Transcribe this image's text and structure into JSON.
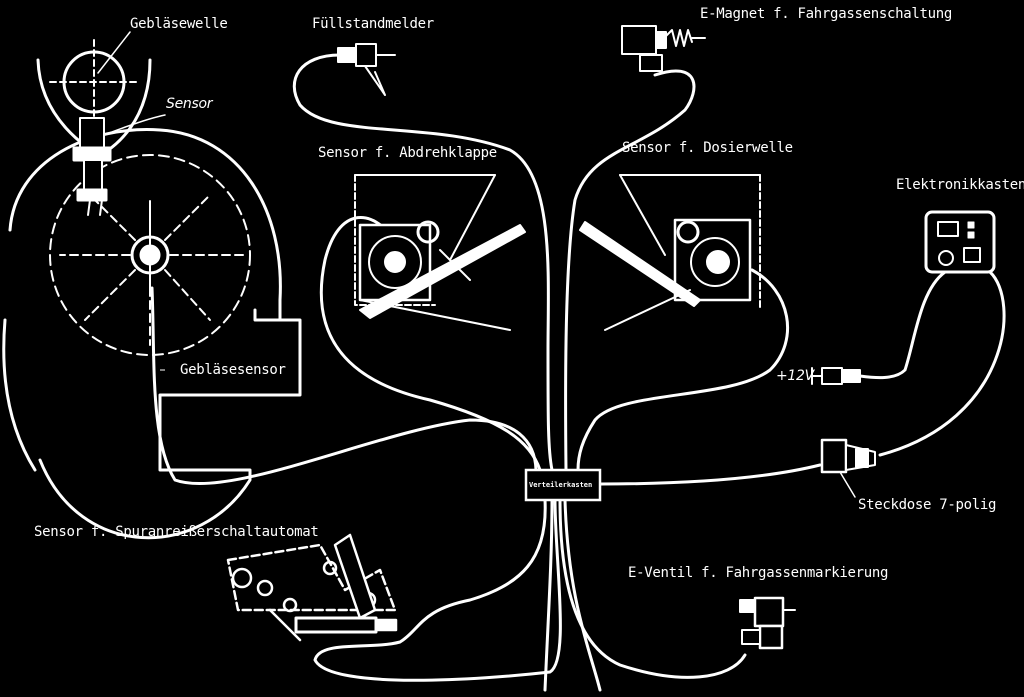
{
  "labels": {
    "geblaesewelle": "Gebläsewelle",
    "sensor": "Sensor",
    "fuellstandmelder": "Füllstandmelder",
    "emagnet": "E-Magnet f. Fahrgassenschaltung",
    "sensor_abdrehklappe": "Sensor f. Abdrehklappe",
    "sensor_dosierwelle": "Sensor f. Dosierwelle",
    "elektronikkasten": "Elektronikkasten",
    "geblaesesensor": "Gebläsesensor",
    "plus12v": "+12V",
    "verteilerkasten": "Verteilerkasten",
    "steckdose": "Steckdose 7-polig",
    "sensor_spuranreisser": "Sensor f. Spuranreißerschaltautomat",
    "eventil": "E-Ventil f. Fahrgassenmarkierung"
  },
  "colors": {
    "background": "#000000",
    "line": "#ffffff"
  }
}
